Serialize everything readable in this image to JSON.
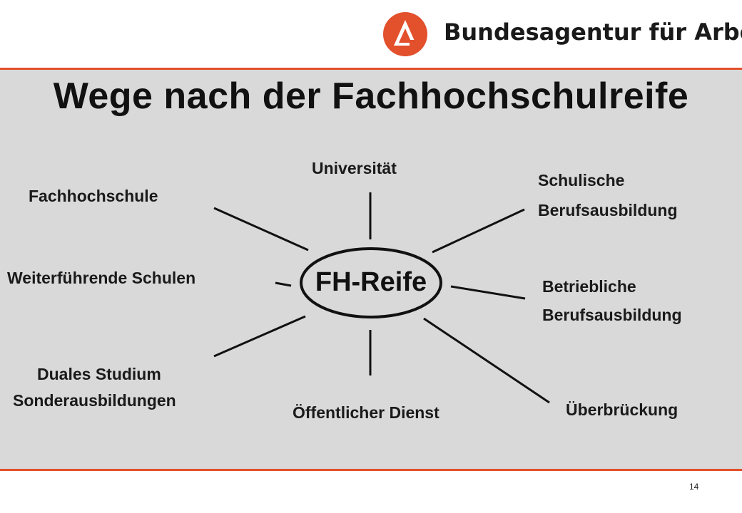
{
  "header": {
    "org_name": "Bundesagentur für Arbeit",
    "logo_icon": "ba-logo-icon",
    "accent_color": "#e2502c"
  },
  "slide": {
    "title": "Wege nach der Fachhochschulreife",
    "page_number": "14"
  },
  "diagram": {
    "center": "FH-Reife",
    "nodes": {
      "fachhochschule": "Fachhochschule",
      "universitaet": "Universität",
      "schulische_line1": "Schulische",
      "schulische_line2": "Berufsausbildung",
      "weiterfuehrende": "Weiterführende Schulen",
      "betriebliche_line1": "Betriebliche",
      "betriebliche_line2": "Berufsausbildung",
      "duales_line1": "Duales Studium",
      "duales_line2": "Sonderausbildungen",
      "oeffentlicher": "Öffentlicher Dienst",
      "ueberbrueckung": "Überbrückung"
    }
  }
}
